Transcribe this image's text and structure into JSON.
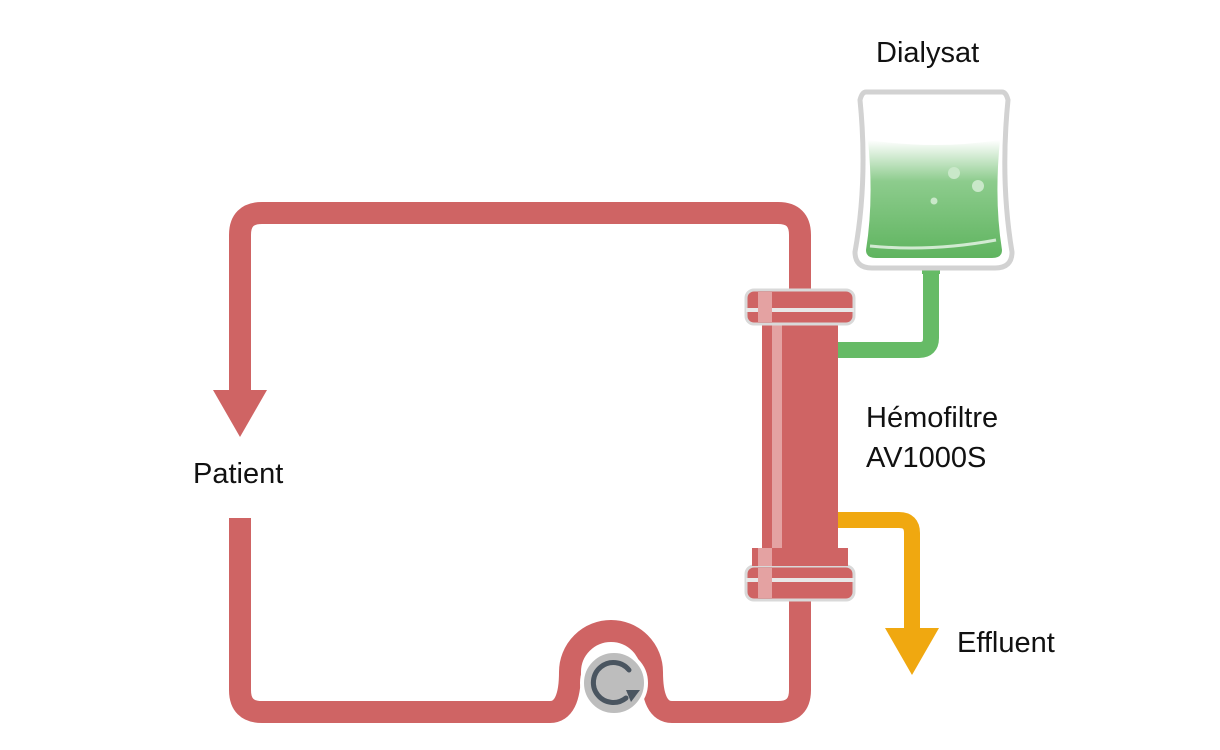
{
  "labels": {
    "dialysate": "Dialysat",
    "patient": "Patient",
    "filter_line1": "Hémofiltre",
    "filter_line2": "AV1000S",
    "effluent": "Effluent"
  },
  "colors": {
    "blood": "#CF6464",
    "blood_light": "#E4A2A2",
    "dialysate": "#66BB66",
    "effluent": "#F0A810",
    "pump": "#BDBDBD",
    "pump_arrow": "#4A5560",
    "bag_outline": "#D2D2D2"
  },
  "icons": {
    "pump": "roller-pump-icon",
    "bag": "dialysate-bag-icon",
    "filter": "hemofilter-icon"
  }
}
